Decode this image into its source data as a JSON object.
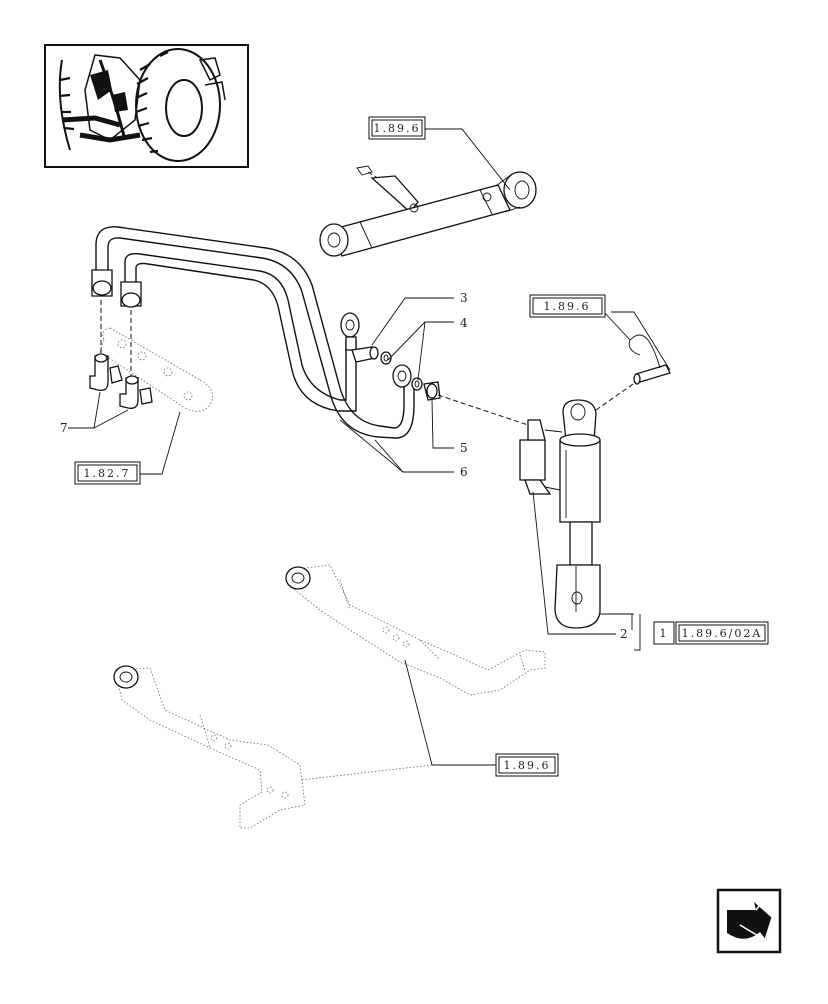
{
  "refs": {
    "r1": "1.89.6",
    "r2": "1.89.6",
    "r3": "1.82.7",
    "r4": "1",
    "r5": "1.89.6/02A",
    "r6": "1.89.6"
  },
  "callouts": {
    "c2": "2",
    "c3": "3",
    "c4": "4",
    "c5": "5",
    "c6": "6",
    "c7": "7"
  },
  "icons": {
    "thumbnail": "tractor-rear-thumbnail",
    "navigation": "next-page-arrow-icon"
  },
  "colors": {
    "line": "#111111",
    "background": "#ffffff"
  }
}
